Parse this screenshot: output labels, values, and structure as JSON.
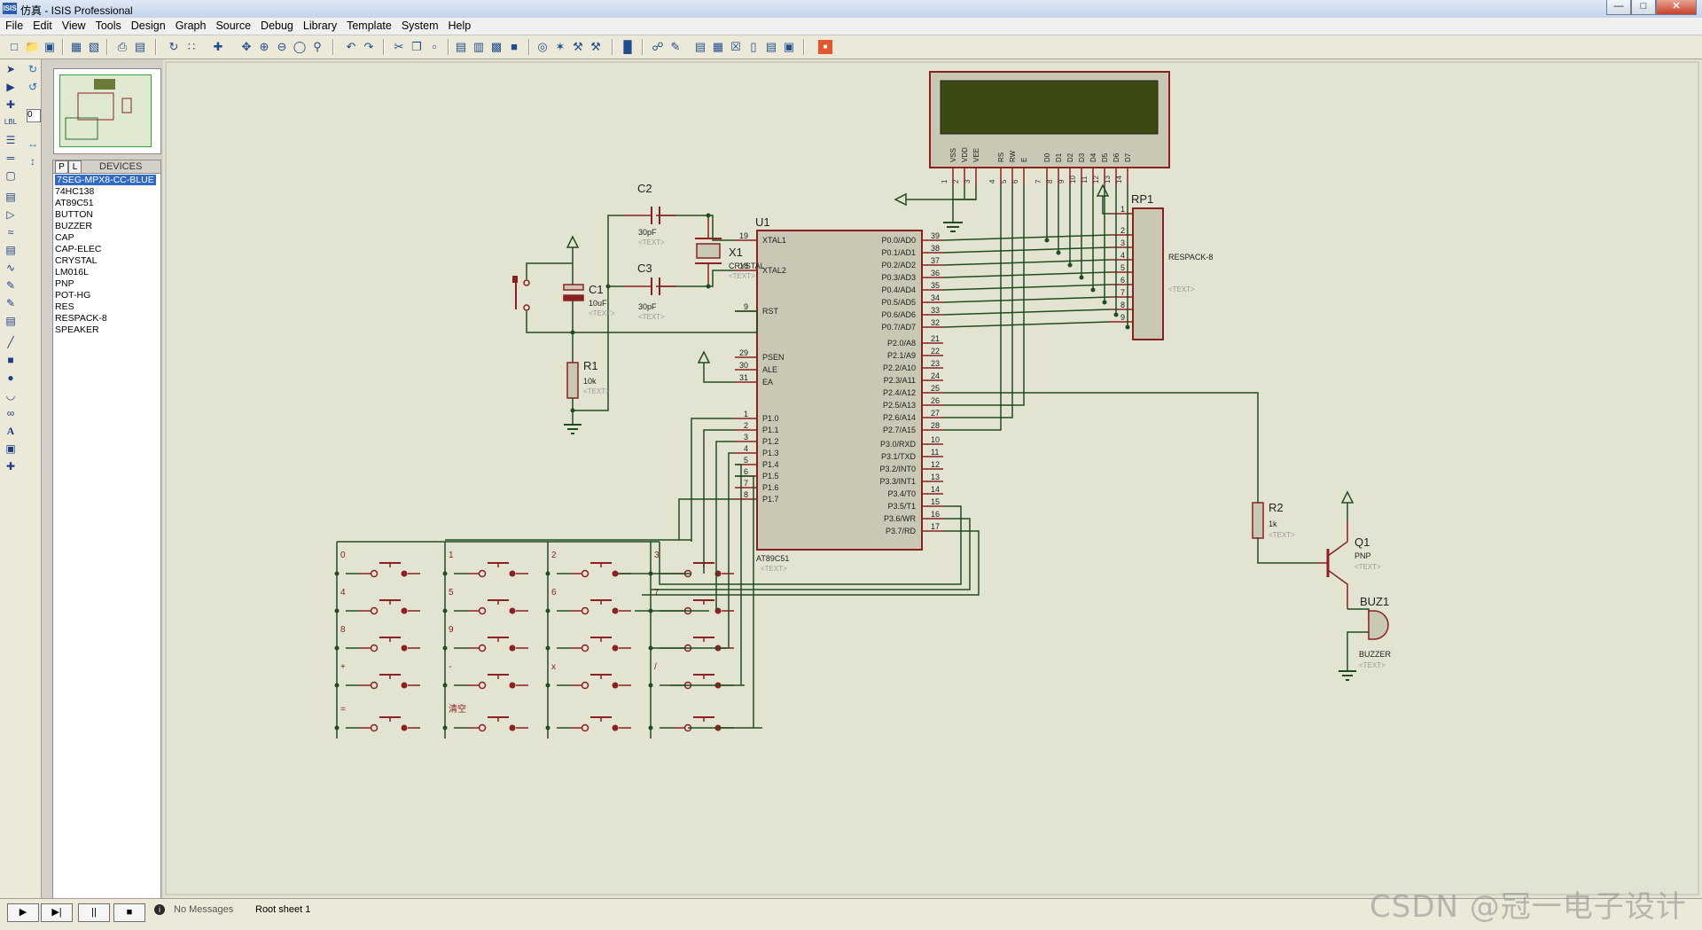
{
  "window": {
    "title": "仿真 - ISIS Professional",
    "app_icon_text": "ISIS"
  },
  "menu": [
    "File",
    "Edit",
    "View",
    "Tools",
    "Design",
    "Graph",
    "Source",
    "Debug",
    "Library",
    "Template",
    "System",
    "Help"
  ],
  "left_panel": {
    "zoom_value": "0",
    "tabs": [
      "P",
      "L"
    ],
    "devices_header": "DEVICES",
    "devices": [
      "7SEG-MPX8-CC-BLUE",
      "74HC138",
      "AT89C51",
      "BUTTON",
      "BUZZER",
      "CAP",
      "CAP-ELEC",
      "CRYSTAL",
      "LM016L",
      "PNP",
      "POT-HG",
      "RES",
      "RESPACK-8",
      "SPEAKER"
    ],
    "selected_device": "7SEG-MPX8-CC-BLUE"
  },
  "schematic": {
    "text_placeholder": "<TEXT>",
    "mcu": {
      "ref": "U1",
      "part": "AT89C51",
      "left_pins": [
        {
          "num": "19",
          "name": "XTAL1"
        },
        {
          "num": "18",
          "name": "XTAL2"
        },
        {
          "num": "9",
          "name": "RST"
        },
        {
          "num": "29",
          "name": "PSEN"
        },
        {
          "num": "30",
          "name": "ALE"
        },
        {
          "num": "31",
          "name": "EA"
        },
        {
          "num": "1",
          "name": "P1.0"
        },
        {
          "num": "2",
          "name": "P1.1"
        },
        {
          "num": "3",
          "name": "P1.2"
        },
        {
          "num": "4",
          "name": "P1.3"
        },
        {
          "num": "5",
          "name": "P1.4"
        },
        {
          "num": "6",
          "name": "P1.5"
        },
        {
          "num": "7",
          "name": "P1.6"
        },
        {
          "num": "8",
          "name": "P1.7"
        }
      ],
      "right_pins": [
        {
          "num": "39",
          "name": "P0.0/AD0"
        },
        {
          "num": "38",
          "name": "P0.1/AD1"
        },
        {
          "num": "37",
          "name": "P0.2/AD2"
        },
        {
          "num": "36",
          "name": "P0.3/AD3"
        },
        {
          "num": "35",
          "name": "P0.4/AD4"
        },
        {
          "num": "34",
          "name": "P0.5/AD5"
        },
        {
          "num": "33",
          "name": "P0.6/AD6"
        },
        {
          "num": "32",
          "name": "P0.7/AD7"
        },
        {
          "num": "21",
          "name": "P2.0/A8"
        },
        {
          "num": "22",
          "name": "P2.1/A9"
        },
        {
          "num": "23",
          "name": "P2.2/A10"
        },
        {
          "num": "24",
          "name": "P2.3/A11"
        },
        {
          "num": "25",
          "name": "P2.4/A12"
        },
        {
          "num": "26",
          "name": "P2.5/A13"
        },
        {
          "num": "27",
          "name": "P2.6/A14"
        },
        {
          "num": "28",
          "name": "P2.7/A15"
        },
        {
          "num": "10",
          "name": "P3.0/RXD"
        },
        {
          "num": "11",
          "name": "P3.1/TXD"
        },
        {
          "num": "12",
          "name": "P3.2/INT0"
        },
        {
          "num": "13",
          "name": "P3.3/INT1"
        },
        {
          "num": "14",
          "name": "P3.4/T0"
        },
        {
          "num": "15",
          "name": "P3.5/T1"
        },
        {
          "num": "16",
          "name": "P3.6/WR"
        },
        {
          "num": "17",
          "name": "P3.7/RD"
        }
      ]
    },
    "lcd": {
      "pins": [
        "VSS",
        "VDD",
        "VEE",
        "RS",
        "RW",
        "E",
        "D0",
        "D1",
        "D2",
        "D3",
        "D4",
        "D5",
        "D6",
        "D7"
      ],
      "pin_numbers": [
        "1",
        "2",
        "3",
        "4",
        "5",
        "6",
        "7",
        "8",
        "9",
        "10",
        "11",
        "12",
        "13",
        "14"
      ]
    },
    "rp1": {
      "ref": "RP1",
      "part": "RESPACK-8",
      "pins": [
        "1",
        "2",
        "3",
        "4",
        "5",
        "6",
        "7",
        "8",
        "9"
      ]
    },
    "c1": {
      "ref": "C1",
      "value": "10uF"
    },
    "c2": {
      "ref": "C2",
      "value": "30pF"
    },
    "c3": {
      "ref": "C3",
      "value": "30pF"
    },
    "x1": {
      "ref": "X1",
      "value": "CRYSTAL"
    },
    "r1": {
      "ref": "R1",
      "value": "10k"
    },
    "r2": {
      "ref": "R2",
      "value": "1k"
    },
    "q1": {
      "ref": "Q1",
      "value": "PNP"
    },
    "buz1": {
      "ref": "BUZ1",
      "value": "BUZZER"
    },
    "keypad_labels": [
      "0",
      "1",
      "2",
      "3",
      "4",
      "5",
      "6",
      "7",
      "8",
      "9",
      "",
      "",
      "+",
      "-",
      "x",
      "/",
      "=",
      "清空",
      "",
      ""
    ]
  },
  "status": {
    "messages": "No Messages",
    "sheet": "Root sheet 1"
  },
  "watermark": "CSDN @冠一电子设计"
}
